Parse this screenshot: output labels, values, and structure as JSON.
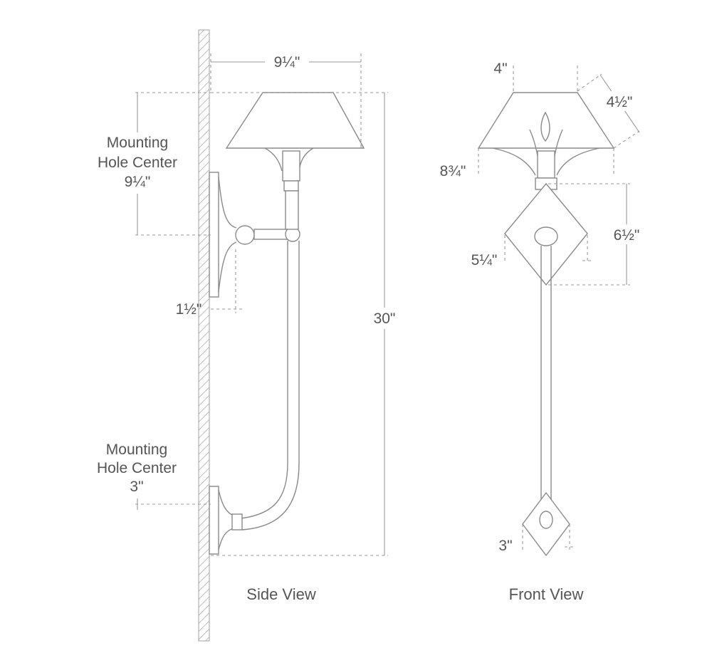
{
  "side_view": {
    "caption": "Side View",
    "top_mount": {
      "line1": "Mounting",
      "line2": "Hole Center",
      "value": "9¼\""
    },
    "bottom_mount": {
      "line1": "Mounting",
      "line2": "Hole Center",
      "value": "3\""
    },
    "shade_width": "9¼\"",
    "height": "30\"",
    "extension": "1½\""
  },
  "front_view": {
    "caption": "Front View",
    "shade_top": "4\"",
    "shade_side": "4½\"",
    "shade_bottom": "8¾\"",
    "backplate_height": "6½\"",
    "backplate_width": "5¼\"",
    "bottom_plate": "3\""
  }
}
